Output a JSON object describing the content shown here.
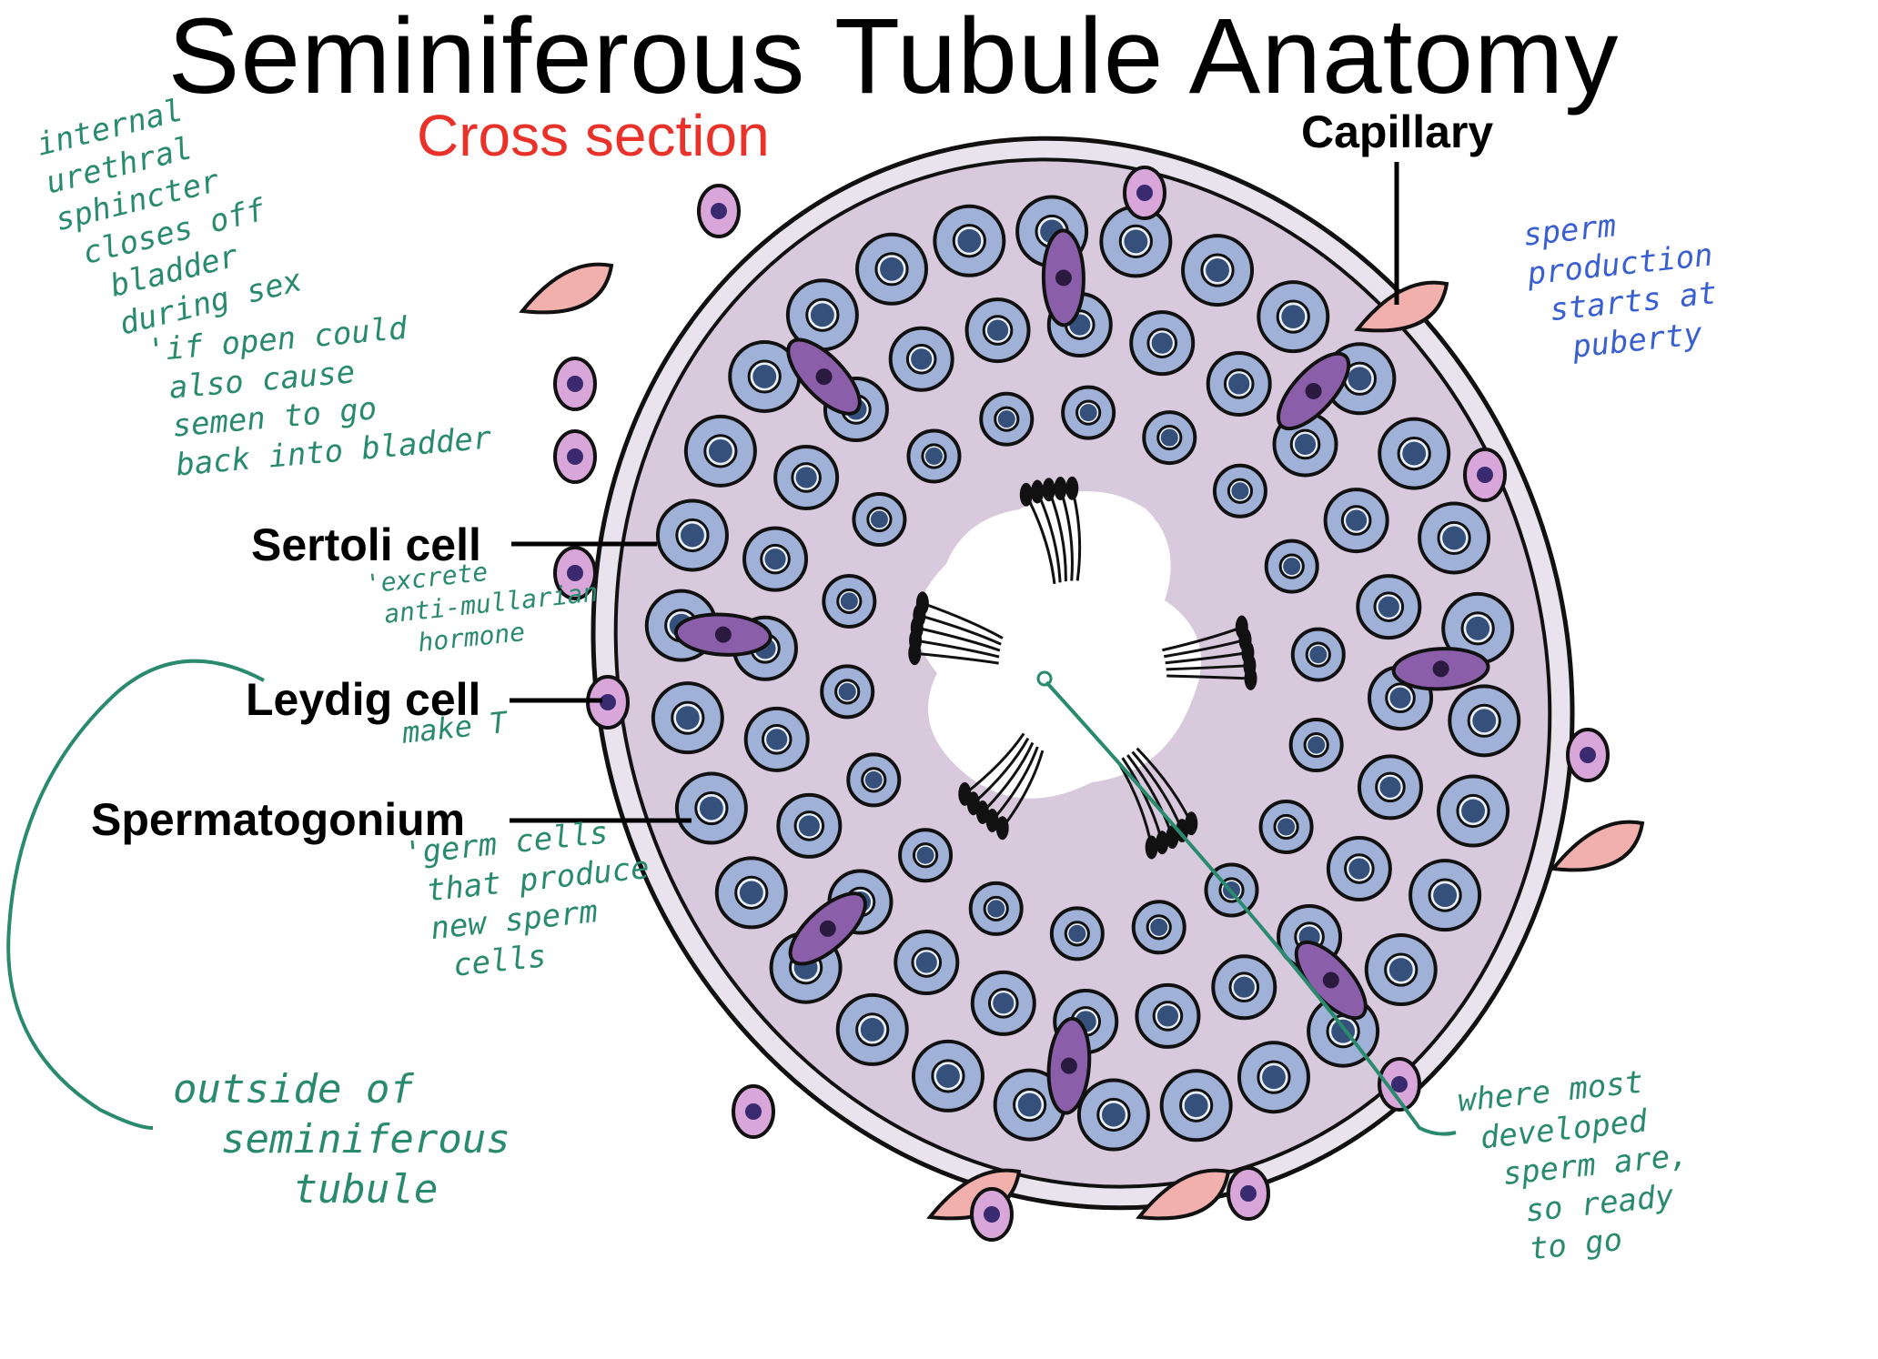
{
  "title": "Seminiferous Tubule Anatomy",
  "subtitle": "Cross section",
  "labels": {
    "capillary": "Capillary",
    "sertoli": "Sertoli cell",
    "leydig": "Leydig cell",
    "spermatogonium": "Spermatogonium"
  },
  "notes": {
    "sphincter": "internal\nurethral\nsphincter\n closes off\n  bladder\n  during sex",
    "if_open": "'if open could\n also cause\n semen to go\n back into bladder",
    "sertoli_note": "'excrete\n anti-mullarian\n   hormone",
    "leydig_note": "make T",
    "spermatogonium_note": "'germ cells\n that produce\n new sperm\n  cells",
    "outside": "outside of\n  seminiferous\n     tubule",
    "sperm_production": "sperm\nproduction\n starts at\n  puberty",
    "developed": "where most\n developed\n  sperm are,\n   so ready\n   to go"
  },
  "colors": {
    "title": "#000000",
    "subtitle": "#e8322a",
    "handwriting_green": "#2a8a6e",
    "handwriting_blue": "#3a5fd0",
    "tubule_fill": "#d9c9dc",
    "cell_fill": "#9fb1d6",
    "nucleus_fill": "#35507a",
    "sertoli_fill": "#8a5ea8",
    "capillary_fill": "#f2b0ac",
    "leydig_fill": "#d8a6d8"
  }
}
